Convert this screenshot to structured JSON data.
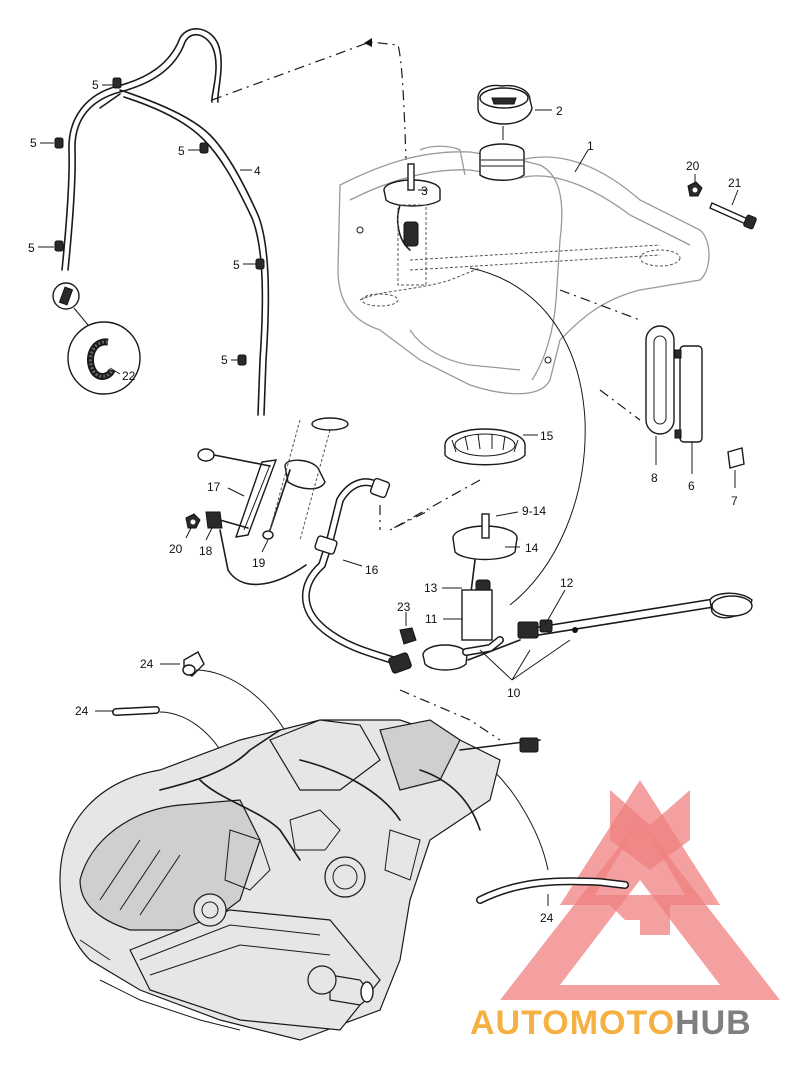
{
  "callouts": [
    {
      "id": "c1",
      "text": "1"
    },
    {
      "id": "c2",
      "text": "2"
    },
    {
      "id": "c3",
      "text": "3"
    },
    {
      "id": "c4",
      "text": "4"
    },
    {
      "id": "c5a",
      "text": "5"
    },
    {
      "id": "c5b",
      "text": "5"
    },
    {
      "id": "c5c",
      "text": "5"
    },
    {
      "id": "c5d",
      "text": "5"
    },
    {
      "id": "c5e",
      "text": "5"
    },
    {
      "id": "c5f",
      "text": "5"
    },
    {
      "id": "c6",
      "text": "6"
    },
    {
      "id": "c7",
      "text": "7"
    },
    {
      "id": "c8",
      "text": "8"
    },
    {
      "id": "c9",
      "text": "9-14"
    },
    {
      "id": "c10",
      "text": "10"
    },
    {
      "id": "c11",
      "text": "11"
    },
    {
      "id": "c12",
      "text": "12"
    },
    {
      "id": "c13",
      "text": "13"
    },
    {
      "id": "c14",
      "text": "14"
    },
    {
      "id": "c15",
      "text": "15"
    },
    {
      "id": "c16",
      "text": "16"
    },
    {
      "id": "c17",
      "text": "17"
    },
    {
      "id": "c18",
      "text": "18"
    },
    {
      "id": "c19",
      "text": "19"
    },
    {
      "id": "c20a",
      "text": "20"
    },
    {
      "id": "c20b",
      "text": "20"
    },
    {
      "id": "c21",
      "text": "21"
    },
    {
      "id": "c22",
      "text": "22"
    },
    {
      "id": "c23",
      "text": "23"
    },
    {
      "id": "c24a",
      "text": "24"
    },
    {
      "id": "c24b",
      "text": "24"
    },
    {
      "id": "c24c",
      "text": "24"
    }
  ],
  "watermark": {
    "part1": "AUTOMOTO",
    "part2": "HUB",
    "color_part1": "#f5b041",
    "color_part2": "#7f7f7f",
    "logo_color": "#f08080"
  }
}
